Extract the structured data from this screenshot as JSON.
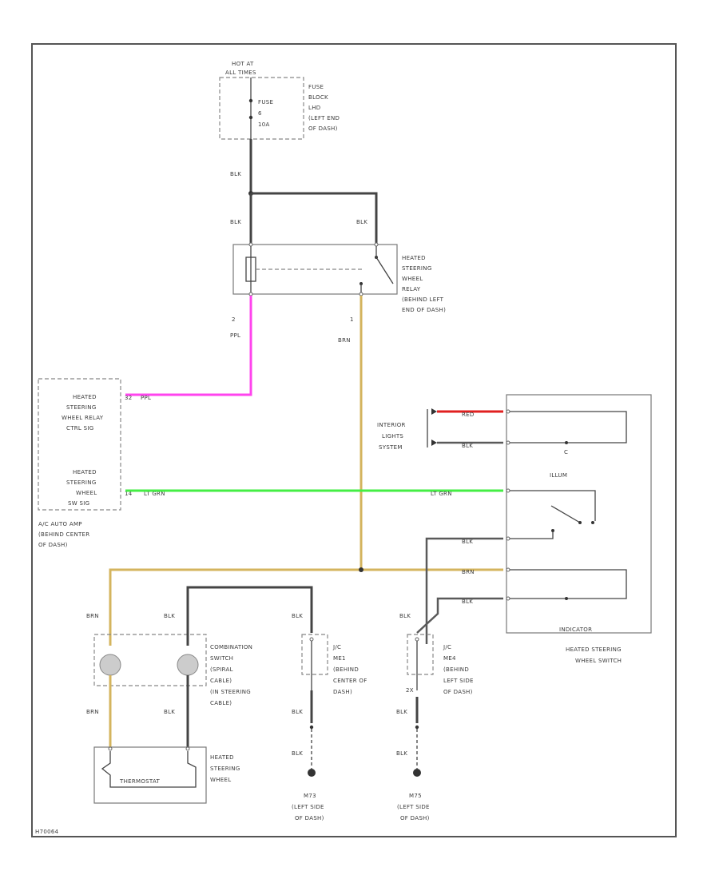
{
  "colors": {
    "pink": "#ff44ee",
    "tan": "#d4b45e",
    "green": "#44ee44",
    "red": "#e02020",
    "black": "#444444"
  },
  "texts": {
    "hot1": "HOT AT",
    "hot2": "ALL TIMES",
    "fuse1": "FUSE",
    "fuse2": "6",
    "fuse3": "10A",
    "fb1": "FUSE",
    "fb2": "BLOCK",
    "fb3": "LHD",
    "fb4": "(LEFT END",
    "fb5": "OF DASH)",
    "w_blk_a": "BLK",
    "w_blk_b": "BLK",
    "w_blk_c": "BLK",
    "relay1": "HEATED",
    "relay2": "STEERING",
    "relay3": "WHEEL",
    "relay4": "RELAY",
    "relay5": "(BEHIND LEFT",
    "relay6": "END OF DASH)",
    "pin_relay2": "2",
    "pin_relay1": "1",
    "w_ppl": "PPL",
    "w_brn_v": "BRN",
    "ac1a": "HEATED",
    "ac1b": "STEERING",
    "ac1c": "WHEEL RELAY",
    "ac1d": "CTRL SIG",
    "ac_pin32": "32",
    "w_ppl_h": "PPL",
    "ac2a": "HEATED",
    "ac2b": "STEERING",
    "ac2c": "WHEEL",
    "ac2d": "SW SIG",
    "ac_pin14": "14",
    "w_ltgrn_l": "LT GRN",
    "ac3a": "A/C AUTO AMP",
    "ac3b": "(BEHIND CENTER",
    "ac3c": "OF DASH)",
    "ext1": "INTERIOR",
    "ext2": "LIGHTS",
    "ext3": "SYSTEM",
    "w_red": "RED",
    "w_blk_ext": "BLK",
    "sw_illum": "ILLUM",
    "w_ltgrn_r": "LT GRN",
    "w_blk_r1": "BLK",
    "w_brn_r": "BRN",
    "w_blk_r2": "BLK",
    "sw_ind": "INDICATOR",
    "sw1": "HEATED STEERING",
    "sw2": "WHEEL SWITCH",
    "w_brn_l": "BRN",
    "w_blk_l": "BLK",
    "cs1": "COMBINATION",
    "cs2": "SWITCH",
    "cs3": "(SPIRAL",
    "cs4": "CABLE)",
    "cs5": "(IN STEERING",
    "cs6": "CABLE)",
    "w_brn_l2": "BRN",
    "w_blk_l2": "BLK",
    "hw1": "HEATED",
    "hw2": "STEERING",
    "hw3": "WHEEL",
    "hw_thermo": "THERMOSTAT",
    "w_blk_j1a": "BLK",
    "j1a": "J/C",
    "j1b": "ME1",
    "j1c": "(BEHIND",
    "j1d": "CENTER OF",
    "j1e": "DASH)",
    "w_blk_j1b": "BLK",
    "w_blk_j1c": "BLK",
    "g1a": "M73",
    "g1b": "(LEFT SIDE",
    "g1c": "OF DASH)",
    "w_blk_j2a": "BLK",
    "j2a": "J/C",
    "j2b": "ME4",
    "j2c": "(BEHIND",
    "j2d": "LEFT SIDE",
    "j2e": "OF DASH)",
    "j2_pin": "2X",
    "w_blk_j2b": "BLK",
    "w_blk_j2c": "BLK",
    "g2a": "M75",
    "g2b": "(LEFT SIDE",
    "g2c": "OF DASH)",
    "footer": "H70064"
  }
}
